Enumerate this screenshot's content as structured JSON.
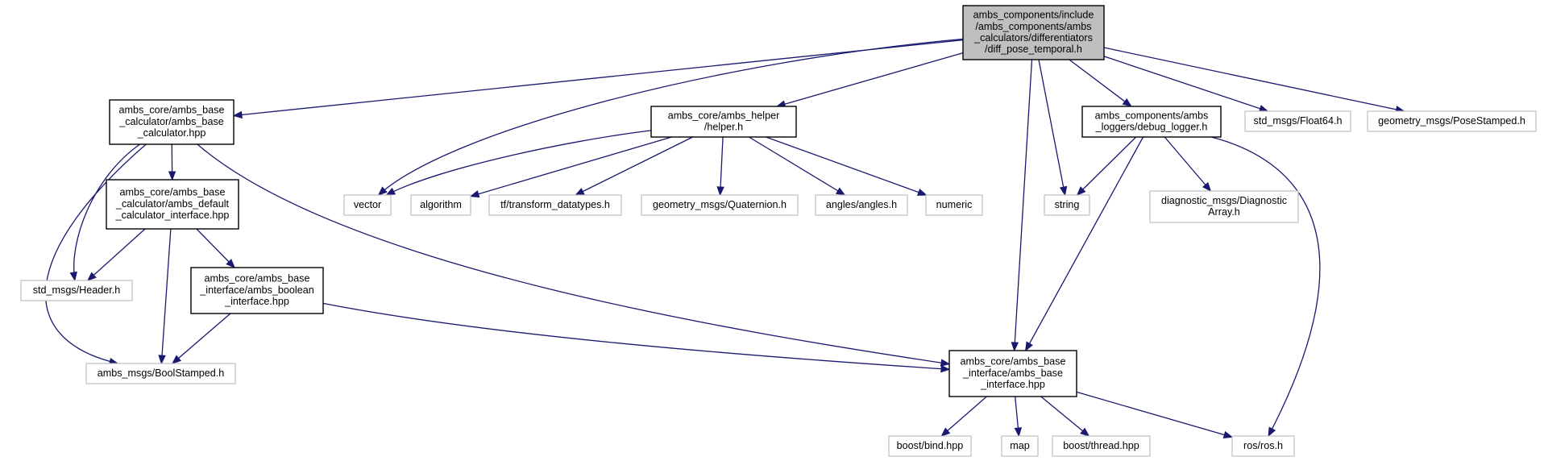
{
  "diagram": {
    "edge_color": "#191970",
    "root_fill": "#bfbfbf",
    "documented_border": "#000000",
    "external_border": "#bfbfbf",
    "nodes": [
      {
        "id": "root",
        "kind": "root",
        "lines": [
          "ambs_components/include",
          "/ambs_components/ambs",
          "_calculators/differentiators",
          "/diff_pose_temporal.h"
        ]
      },
      {
        "id": "base_calc",
        "kind": "documented",
        "lines": [
          "ambs_core/ambs_base",
          "_calculator/ambs_base",
          "_calculator.hpp"
        ]
      },
      {
        "id": "default_calc",
        "kind": "documented",
        "lines": [
          "ambs_core/ambs_base",
          "_calculator/ambs_default",
          "_calculator_interface.hpp"
        ]
      },
      {
        "id": "helper",
        "kind": "documented",
        "lines": [
          "ambs_core/ambs_helper",
          "/helper.h"
        ]
      },
      {
        "id": "debug_logger",
        "kind": "documented",
        "lines": [
          "ambs_components/ambs",
          "_loggers/debug_logger.h"
        ]
      },
      {
        "id": "boolean_iface",
        "kind": "documented",
        "lines": [
          "ambs_core/ambs_base",
          "_interface/ambs_boolean",
          "_interface.hpp"
        ]
      },
      {
        "id": "base_iface",
        "kind": "documented",
        "lines": [
          "ambs_core/ambs_base",
          "_interface/ambs_base",
          "_interface.hpp"
        ]
      },
      {
        "id": "vector",
        "kind": "external",
        "lines": [
          "vector"
        ]
      },
      {
        "id": "algorithm",
        "kind": "external",
        "lines": [
          "algorithm"
        ]
      },
      {
        "id": "tf",
        "kind": "external",
        "lines": [
          "tf/transform_datatypes.h"
        ]
      },
      {
        "id": "quaternion",
        "kind": "external",
        "lines": [
          "geometry_msgs/Quaternion.h"
        ]
      },
      {
        "id": "angles",
        "kind": "external",
        "lines": [
          "angles/angles.h"
        ]
      },
      {
        "id": "numeric",
        "kind": "external",
        "lines": [
          "numeric"
        ]
      },
      {
        "id": "string",
        "kind": "external",
        "lines": [
          "string"
        ]
      },
      {
        "id": "diag",
        "kind": "external",
        "lines": [
          "diagnostic_msgs/Diagnostic",
          "Array.h"
        ]
      },
      {
        "id": "float64",
        "kind": "external",
        "lines": [
          "std_msgs/Float64.h"
        ]
      },
      {
        "id": "pose",
        "kind": "external",
        "lines": [
          "geometry_msgs/PoseStamped.h"
        ]
      },
      {
        "id": "header",
        "kind": "external",
        "lines": [
          "std_msgs/Header.h"
        ]
      },
      {
        "id": "boolstamped",
        "kind": "external",
        "lines": [
          "ambs_msgs/BoolStamped.h"
        ]
      },
      {
        "id": "bind",
        "kind": "external",
        "lines": [
          "boost/bind.hpp"
        ]
      },
      {
        "id": "map",
        "kind": "external",
        "lines": [
          "map"
        ]
      },
      {
        "id": "thread",
        "kind": "external",
        "lines": [
          "boost/thread.hpp"
        ]
      },
      {
        "id": "ros",
        "kind": "external",
        "lines": [
          "ros/ros.h"
        ]
      }
    ],
    "edges": [
      [
        "root",
        "base_calc"
      ],
      [
        "root",
        "vector"
      ],
      [
        "root",
        "helper"
      ],
      [
        "root",
        "base_iface"
      ],
      [
        "root",
        "string"
      ],
      [
        "root",
        "debug_logger"
      ],
      [
        "root",
        "float64"
      ],
      [
        "root",
        "pose"
      ],
      [
        "base_calc",
        "default_calc"
      ],
      [
        "base_calc",
        "header"
      ],
      [
        "base_calc",
        "boolstamped"
      ],
      [
        "base_calc",
        "base_iface"
      ],
      [
        "default_calc",
        "header"
      ],
      [
        "default_calc",
        "boolstamped"
      ],
      [
        "default_calc",
        "boolean_iface"
      ],
      [
        "boolean_iface",
        "boolstamped"
      ],
      [
        "boolean_iface",
        "base_iface"
      ],
      [
        "helper",
        "vector"
      ],
      [
        "helper",
        "algorithm"
      ],
      [
        "helper",
        "tf"
      ],
      [
        "helper",
        "quaternion"
      ],
      [
        "helper",
        "angles"
      ],
      [
        "helper",
        "numeric"
      ],
      [
        "debug_logger",
        "string"
      ],
      [
        "debug_logger",
        "base_iface"
      ],
      [
        "debug_logger",
        "diag"
      ],
      [
        "debug_logger",
        "ros"
      ],
      [
        "base_iface",
        "bind"
      ],
      [
        "base_iface",
        "map"
      ],
      [
        "base_iface",
        "thread"
      ],
      [
        "base_iface",
        "ros"
      ]
    ]
  }
}
